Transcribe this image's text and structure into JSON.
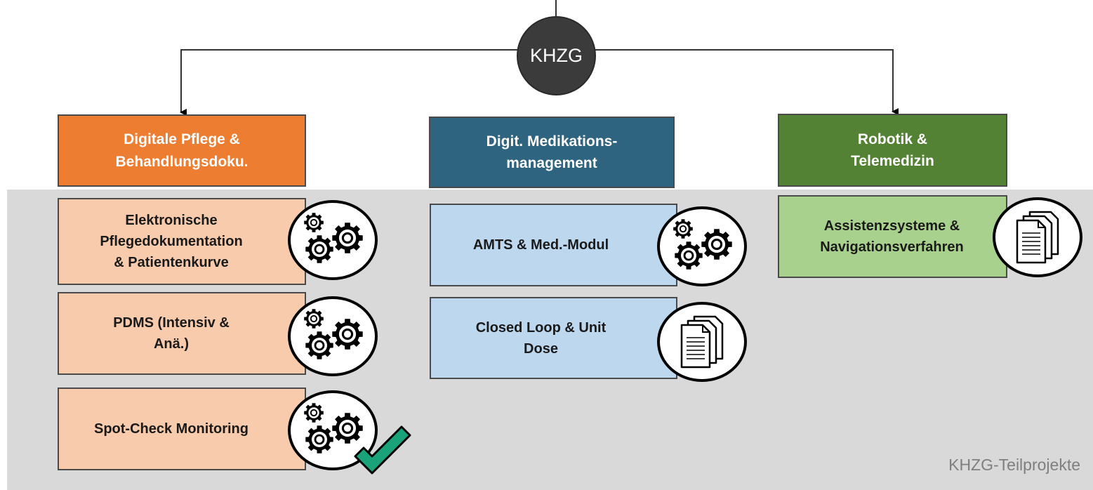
{
  "root": {
    "label": "KHZG"
  },
  "categories": [
    {
      "id": "pflege",
      "lines": [
        "Digitale Pflege &",
        "Behandlungsdoku."
      ],
      "color": "#ed7d31"
    },
    {
      "id": "medikation",
      "lines": [
        "Digit. Medikations-",
        "management"
      ],
      "color": "#2e6480"
    },
    {
      "id": "robotik",
      "lines": [
        "Robotik &",
        "Telemedizin"
      ],
      "color": "#548235"
    }
  ],
  "subprojects": {
    "elek": {
      "lines": [
        "Elektronische",
        "Pflegedokumentation",
        "& Patientenkurve"
      ],
      "icon": "gears-icon"
    },
    "pdms": {
      "lines": [
        "PDMS (Intensiv &",
        "Anä.)"
      ],
      "icon": "gears-icon"
    },
    "spot": {
      "lines": [
        "Spot-Check Monitoring"
      ],
      "icon": "gears-icon",
      "status": "check-icon"
    },
    "amts": {
      "lines": [
        "AMTS & Med.-Modul"
      ],
      "icon": "gears-icon"
    },
    "closed": {
      "lines": [
        "Closed Loop & Unit",
        "Dose"
      ],
      "icon": "documents-icon"
    },
    "assist": {
      "lines": [
        "Assistenzsysteme &",
        "Navigationsverfahren"
      ],
      "icon": "documents-icon"
    }
  },
  "panel": {
    "caption": "KHZG-Teilprojekte",
    "color": "#d9d9d9"
  },
  "colors": {
    "sub_orange": "#f8cbad",
    "sub_blue": "#bdd7ee",
    "sub_green": "#a9d18e",
    "check": "#1aa37a"
  }
}
